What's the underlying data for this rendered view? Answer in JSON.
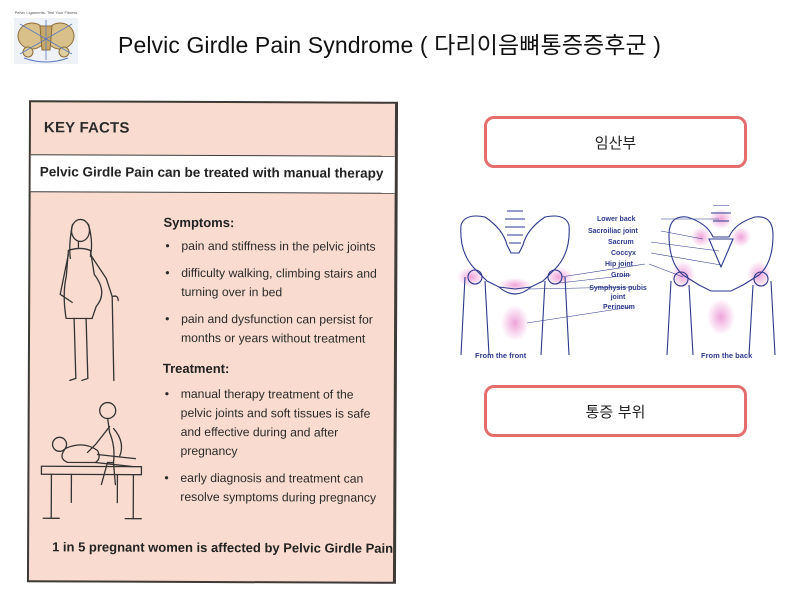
{
  "header": {
    "logo_caption": "Pelvic Ligaments: Test Your Fitness",
    "title": "Pelvic Girdle Pain Syndrome ( 다리이음뼈통증증후군 )"
  },
  "poster": {
    "key_facts": "KEY FACTS",
    "headline": "Pelvic Girdle Pain can be treated with manual therapy",
    "symptoms_title": "Symptoms:",
    "symptoms": [
      "pain and stiffness in the pelvic joints",
      "difficulty walking, climbing stairs and turning over in bed",
      "pain and dysfunction can persist for months or years without treatment"
    ],
    "treatment_title": "Treatment:",
    "treatments": [
      "manual therapy treatment of the pelvic joints and soft tissues is safe and effective during and after pregnancy",
      "early diagnosis and treatment can resolve symptoms during pregnancy"
    ],
    "footer": "1 in 5 pregnant women is affected by Pelvic Girdle Pain"
  },
  "right": {
    "box_top": "임산부",
    "box_bottom": "통증 부위",
    "diagram": {
      "labels": [
        "Lower back",
        "Sacroiliac joint",
        "Sacrum",
        "Coccyx",
        "Hip joint",
        "Groin",
        "Symphysis pubis joint",
        "Perineum"
      ],
      "caption_front": "From the front",
      "caption_back": "From the back"
    }
  },
  "colors": {
    "poster_bg": "#f9dccf",
    "pill_border": "#e46e6e",
    "diagram_ink": "#2d3a8c",
    "pain_highlight": "#ee9fd8"
  }
}
